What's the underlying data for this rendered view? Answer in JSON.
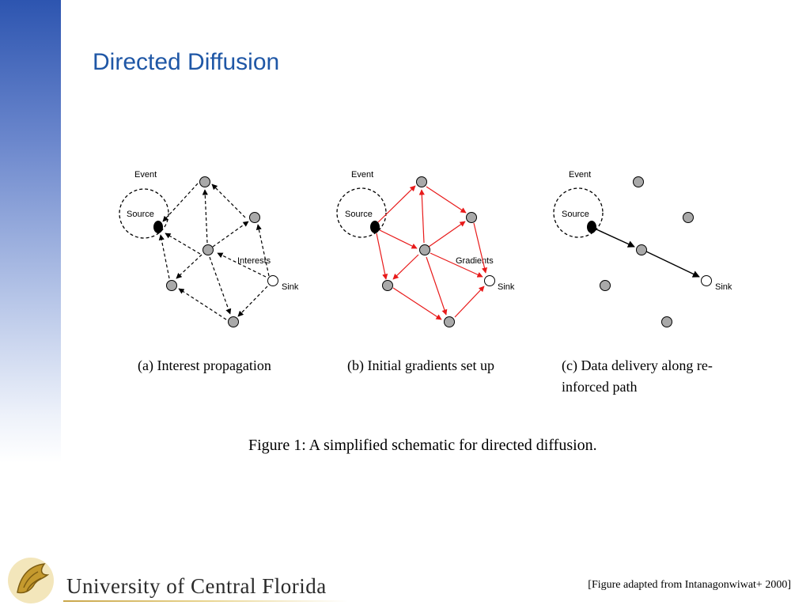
{
  "slide": {
    "title": "Directed Diffusion",
    "citation": "[Figure adapted from Intanagonwiwat+ 2000]",
    "university": "University of Central Florida"
  },
  "figure": {
    "caption": "Figure 1: A simplified schematic for directed diffusion.",
    "panels": [
      {
        "id": "a",
        "caption": "(a) Interest propagation",
        "labels": {
          "event": "Event",
          "source": "Source",
          "sink": "Sink",
          "annotation": "Interests"
        },
        "edge_style": "dashed",
        "edge_color": "#000000"
      },
      {
        "id": "b",
        "caption": "(b) Initial gradients set up",
        "labels": {
          "event": "Event",
          "source": "Source",
          "sink": "Sink",
          "annotation": "Gradients"
        },
        "edge_style": "solid",
        "edge_color": "#e81a1a"
      },
      {
        "id": "c",
        "caption_lines": [
          "(c) Data delivery along re-",
          "inforced path"
        ],
        "labels": {
          "event": "Event",
          "source": "Source",
          "sink": "Sink"
        },
        "edge_style": "solid",
        "edge_color": "#000000"
      }
    ]
  },
  "colors": {
    "title": "#1f57a6",
    "node_fill": "#a9a9a9",
    "source_fill": "#000000",
    "sink_fill": "#ffffff",
    "gradient_edge": "#e81a1a"
  }
}
